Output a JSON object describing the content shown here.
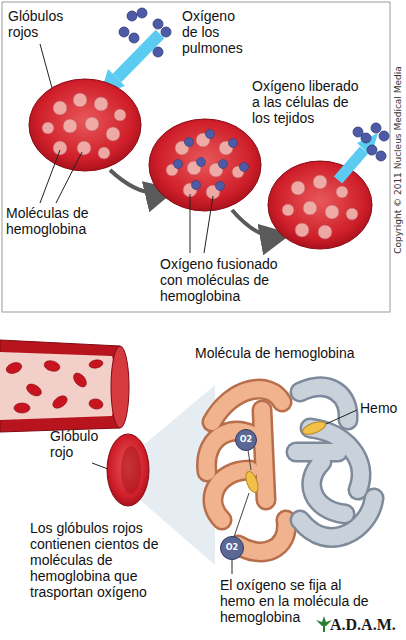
{
  "diagram": {
    "nodes": [
      {
        "text": [
          "O2"
        ]
      },
      {
        "text": [
          "O2"
        ]
      }
    ],
    "labels": [
      "Glóbulos rojos",
      "Oxígeno de los pulmones",
      "Oxígeno liberado a las células de los tejidos",
      "Moléculas de hemoglobina",
      "Oxígeno fusionado con moléculas de hemoglobina",
      "Copyright © 2011 Nucleus Medical Media",
      "Molécula de hemoglobina",
      "Hemo",
      "Glóbulo rojo",
      "Los glóbulos rojos contienen cientos de moléculas de hemoglobina que trasportan oxígeno",
      "El oxígeno se fija al hemo en la molécula de hemoglobina",
      "A.D.A.M."
    ]
  }
}
